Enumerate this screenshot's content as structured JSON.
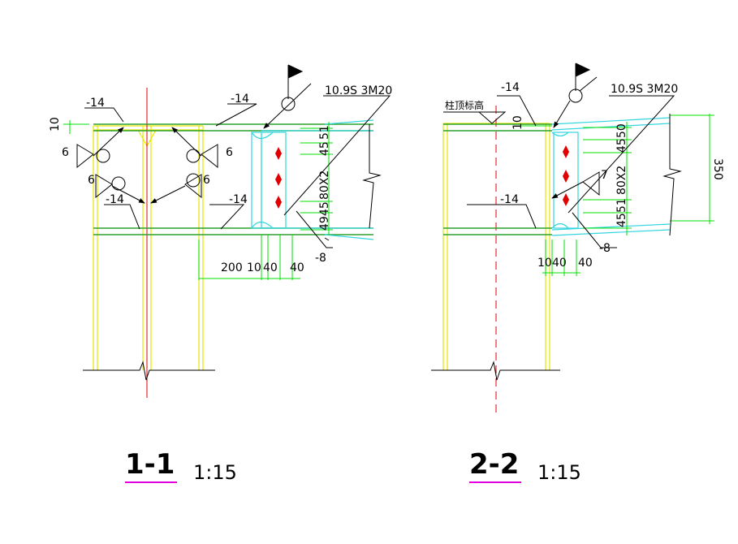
{
  "colors": {
    "column": "#e6e600",
    "beam": "#2ca02c",
    "plate": "#33d6e0",
    "centerline": "#e00000",
    "bolt": "#e00000",
    "dim_tick": "#00e000",
    "title_underline": "#e000e0",
    "ink": "#000000"
  },
  "views": [
    {
      "title": "1-1",
      "scale": "1:15",
      "bolt_spec": "10.9S 3M20",
      "labels": {
        "flange_top_left": "-14",
        "flange_top_right": "-14",
        "flange_bot_left": "-14",
        "flange_bot_right": "-14",
        "plate": "-8",
        "bolt_pitch": "80X2",
        "edge_top": "45",
        "edge_top2": "51",
        "edge_bot": "49",
        "edge_bot2": "45",
        "weld_left_top": "6",
        "weld_right_top": "6",
        "weld_left_bot": "6",
        "weld_right_bot": "6",
        "gap_top": "10",
        "dim_200": "200",
        "dim_10": "10",
        "dim_40a": "40",
        "dim_40b": "40"
      }
    },
    {
      "title": "2-2",
      "scale": "1:15",
      "bolt_spec": "10.9S 3M20",
      "labels": {
        "column_top_elev": "柱顶标高",
        "flange_top": "-14",
        "flange_bot": "-14",
        "plate": "-8",
        "bolt_pitch": "80X2",
        "edge_top": "45",
        "edge_top2": "50",
        "edge_bot": "51",
        "edge_bot2": "45",
        "weld": "7",
        "gap_top": "10",
        "depth": "350",
        "dim_10": "10",
        "dim_40a": "40",
        "dim_40b": "40"
      }
    }
  ]
}
